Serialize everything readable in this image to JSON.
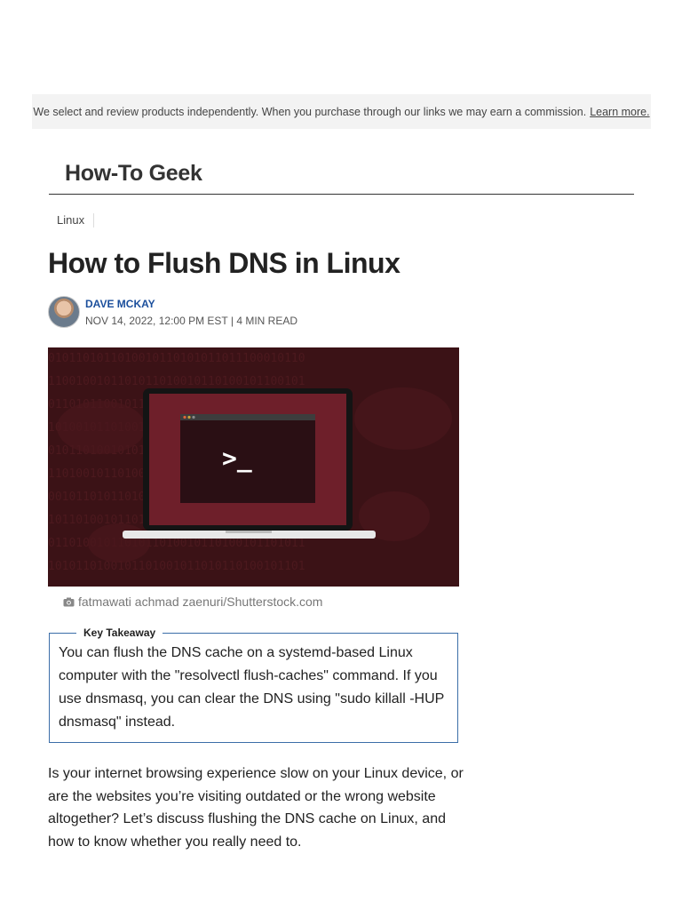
{
  "disclosure": {
    "text": "We select and review products independently. When you purchase through our links we may earn a commission.",
    "link_label": "Learn more."
  },
  "site": {
    "name": "How-To Geek"
  },
  "breadcrumb": {
    "category": "Linux"
  },
  "article": {
    "title": "How to Flush DNS in Linux",
    "author": "DAVE MCKAY",
    "meta": "NOV 14, 2022, 12:00 PM EST | 4 MIN READ",
    "hero": {
      "prompt_text": ">_",
      "caption": "fatmawati achmad zaenuri/Shutterstock.com",
      "colors": {
        "background": "#3b1216",
        "screen": "#6e1f2a",
        "terminal": "#2a0f14"
      }
    },
    "takeaway": {
      "label": "Key Takeaway",
      "text": "You can flush the DNS cache on a systemd-based Linux computer with the \"resolvectl flush-caches\" command. If you use dnsmasq, you can clear the DNS using \"sudo killall -HUP dnsmasq\" instead."
    },
    "intro": "Is your internet browsing experience slow on your Linux device, or are the websites you’re visiting outdated or the wrong website altogether? Let’s discuss flushing the DNS cache on Linux, and how to know whether you really need to."
  },
  "colors": {
    "accent": "#1b4f9c",
    "takeaway_border": "#3b6ea8"
  }
}
